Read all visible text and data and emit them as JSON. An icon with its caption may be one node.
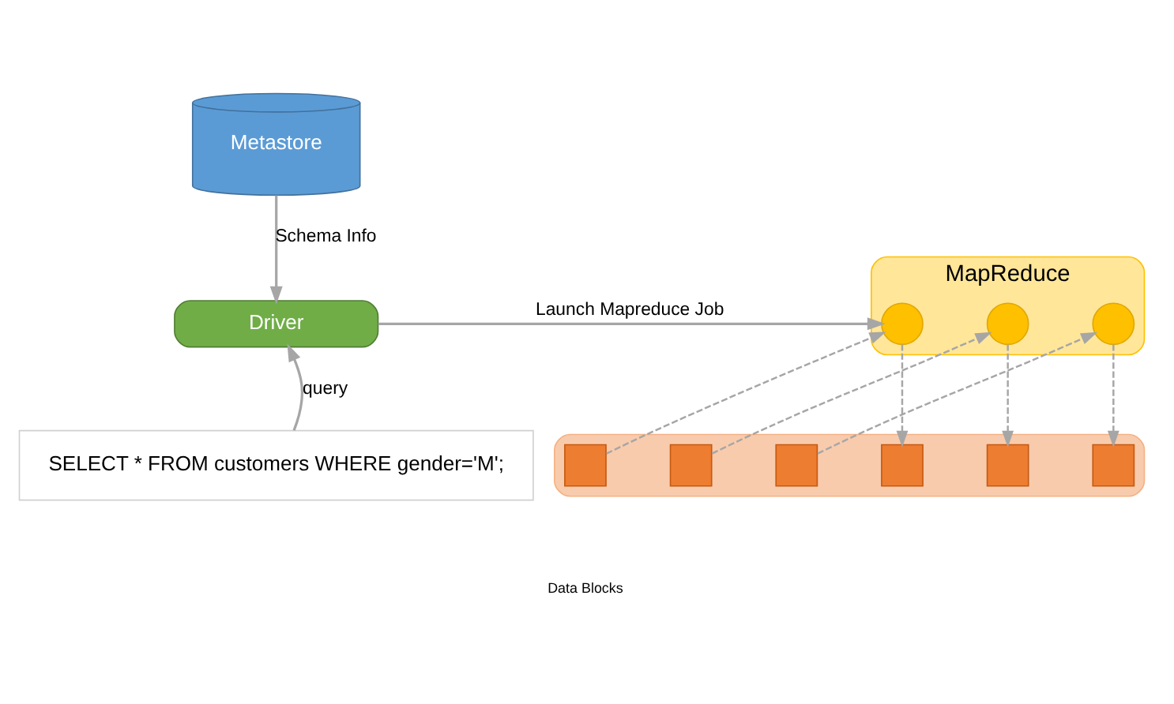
{
  "diagram": {
    "nodes": [
      {
        "text": [
          "Metastore"
        ]
      },
      {
        "text": [
          "Driver"
        ]
      },
      {
        "text": [
          "SELECT * FROM customers WHERE gender='M';"
        ]
      },
      {
        "text": [
          "MapReduce"
        ]
      },
      {
        "text": [],
        "shape": "circle",
        "in": 3
      },
      {
        "text": [],
        "shape": "circle",
        "in": 3
      },
      {
        "text": [],
        "shape": "circle",
        "in": 3
      },
      {
        "text": [],
        "shape": "box"
      },
      {
        "text": [],
        "shape": "box",
        "in": 7
      },
      {
        "text": [],
        "shape": "box",
        "in": 7
      },
      {
        "text": [],
        "shape": "box",
        "in": 7
      },
      {
        "text": [],
        "shape": "box",
        "in": 7
      },
      {
        "text": [],
        "shape": "box",
        "in": 7
      },
      {
        "text": [],
        "shape": "box",
        "in": 7
      }
    ],
    "edges": [
      {
        "from": 0,
        "to": 1,
        "arrow": "to",
        "label": "Schema Info"
      },
      {
        "from": 2,
        "to": 1,
        "arrow": "to",
        "label": "query"
      },
      {
        "from": 1,
        "to": 4,
        "arrow": "to",
        "label": "Launch Mapreduce Job"
      },
      {
        "from": 8,
        "to": 4,
        "arrow": "to",
        "style": "dashed"
      },
      {
        "from": 9,
        "to": 5,
        "arrow": "to",
        "style": "dashed"
      },
      {
        "from": 10,
        "to": 6,
        "arrow": "to",
        "style": "dashed"
      },
      {
        "from": 4,
        "to": 11,
        "arrow": "to",
        "style": "dashed"
      },
      {
        "from": 5,
        "to": 12,
        "arrow": "to",
        "style": "dashed"
      },
      {
        "from": 6,
        "to": 13,
        "arrow": "to",
        "style": "dashed"
      }
    ],
    "labels": [
      "Data Blocks"
    ]
  }
}
